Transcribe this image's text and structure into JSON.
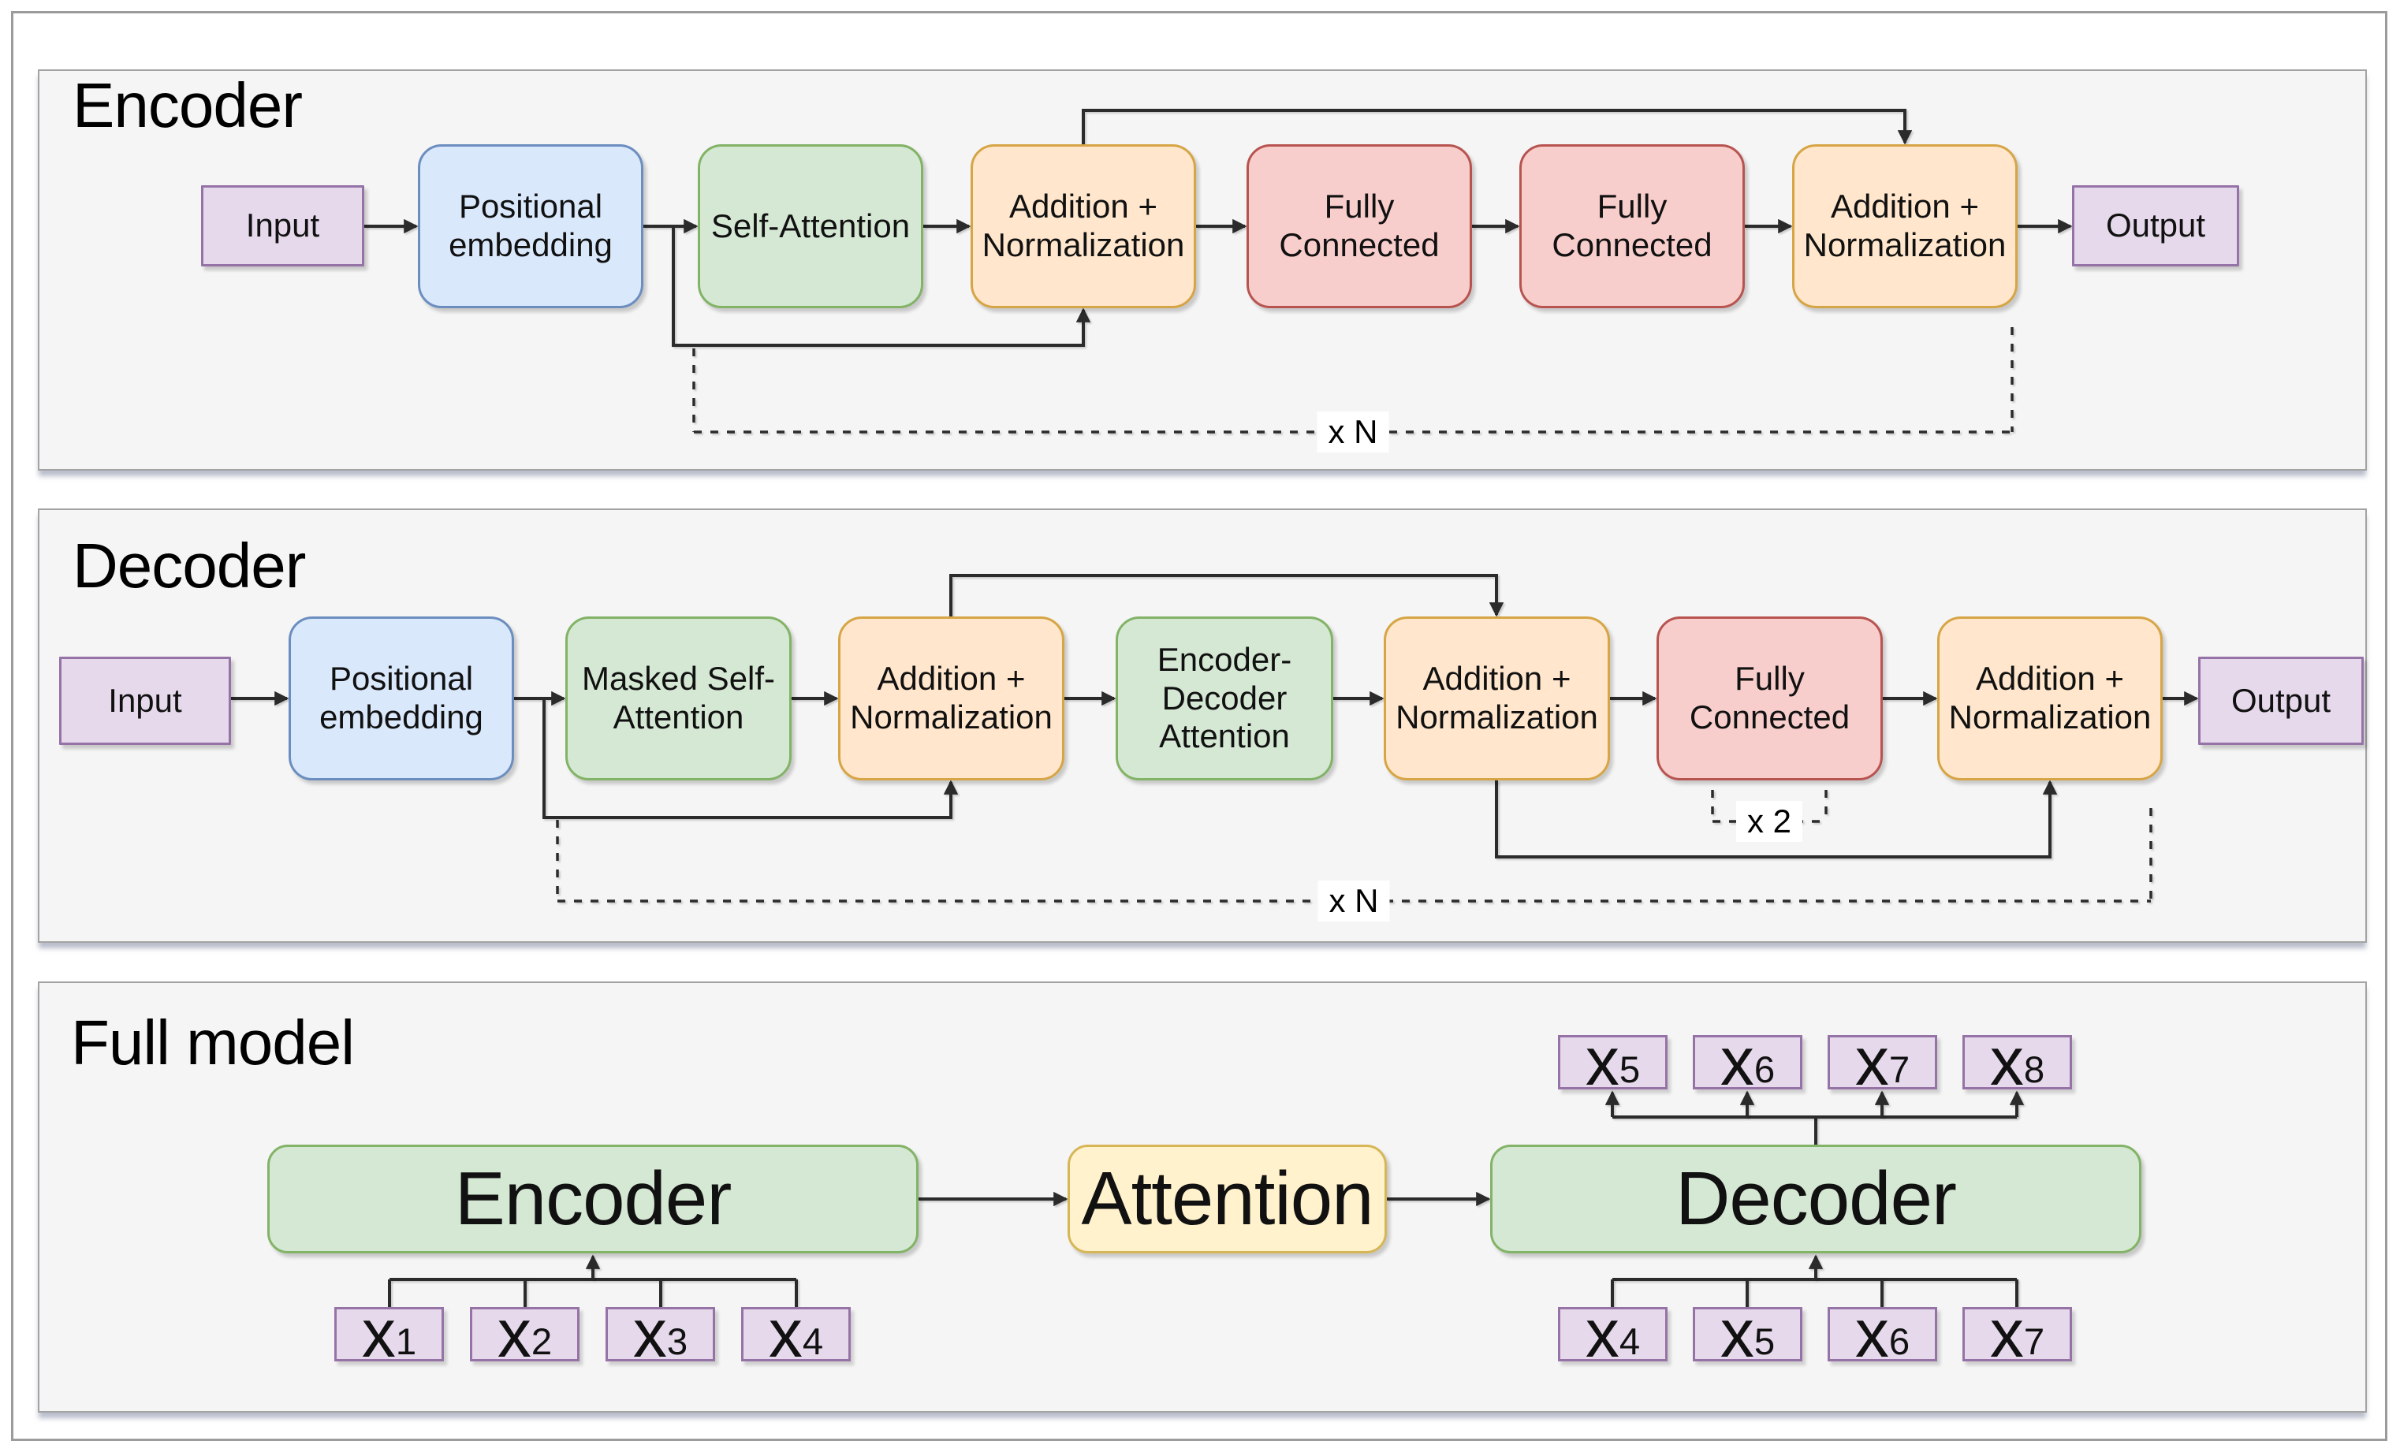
{
  "colors": {
    "purple": {
      "fill": "#E6D9EC",
      "stroke": "#9673A6"
    },
    "blue": {
      "fill": "#DAE8FC",
      "stroke": "#6C8EBF"
    },
    "green": {
      "fill": "#D5E8D4",
      "stroke": "#82B366"
    },
    "orange": {
      "fill": "#FFE6CC",
      "stroke": "#D6A545"
    },
    "red": {
      "fill": "#F8CECC",
      "stroke": "#B85450"
    },
    "yellow": {
      "fill": "#FFF2CC",
      "stroke": "#D6B656"
    },
    "line": "#2b2b2b",
    "panel_bg": "#F5F5F5",
    "panel_border": "#A3A3A3"
  },
  "panels": {
    "encoder": {
      "title": "Encoder",
      "loop_label": "x N",
      "nodes": [
        {
          "label": "Input",
          "color": "purple"
        },
        {
          "label": "Positional embedding",
          "color": "blue"
        },
        {
          "label": "Self-Attention",
          "color": "green"
        },
        {
          "label": "Addition + Normalization",
          "color": "orange"
        },
        {
          "label": "Fully Connected",
          "color": "red"
        },
        {
          "label": "Fully Connected",
          "color": "red"
        },
        {
          "label": "Addition + Normalization",
          "color": "orange"
        },
        {
          "label": "Output",
          "color": "purple"
        }
      ]
    },
    "decoder": {
      "title": "Decoder",
      "loop_label": "x N",
      "fc_repeat_label": "x 2",
      "nodes": [
        {
          "label": "Input",
          "color": "purple"
        },
        {
          "label": "Positional embedding",
          "color": "blue"
        },
        {
          "label": "Masked Self-Attention",
          "color": "green"
        },
        {
          "label": "Addition + Normalization",
          "color": "orange"
        },
        {
          "label": "Encoder-Decoder Attention",
          "color": "green"
        },
        {
          "label": "Addition + Normalization",
          "color": "orange"
        },
        {
          "label": "Fully Connected",
          "color": "red"
        },
        {
          "label": "Addition + Normalization",
          "color": "orange"
        },
        {
          "label": "Output",
          "color": "purple"
        }
      ]
    },
    "full_model": {
      "title": "Full model",
      "nodes": [
        {
          "label": "Encoder",
          "color": "green"
        },
        {
          "label": "Attention",
          "color": "yellow"
        },
        {
          "label": "Decoder",
          "color": "green"
        }
      ],
      "decoder_outputs": [
        {
          "base": "x",
          "sub": "5"
        },
        {
          "base": "x",
          "sub": "6"
        },
        {
          "base": "x",
          "sub": "7"
        },
        {
          "base": "x",
          "sub": "8"
        }
      ],
      "encoder_inputs": [
        {
          "base": "x",
          "sub": "1"
        },
        {
          "base": "x",
          "sub": "2"
        },
        {
          "base": "x",
          "sub": "3"
        },
        {
          "base": "x",
          "sub": "4"
        }
      ],
      "decoder_inputs": [
        {
          "base": "x",
          "sub": "4"
        },
        {
          "base": "x",
          "sub": "5"
        },
        {
          "base": "x",
          "sub": "6"
        },
        {
          "base": "x",
          "sub": "7"
        }
      ]
    }
  }
}
